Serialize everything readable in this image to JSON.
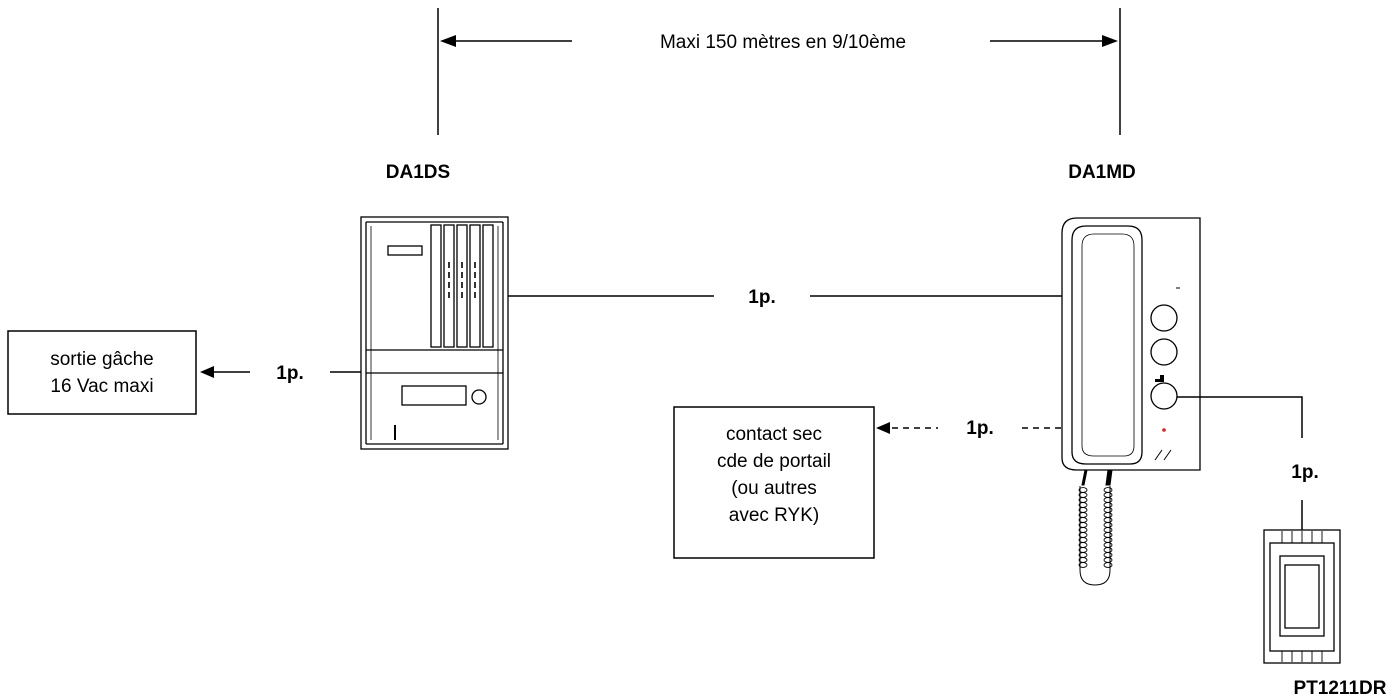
{
  "distance": {
    "label": "Maxi 150 mètres en 9/10ème"
  },
  "devices": {
    "door_station": {
      "name": "DA1DS"
    },
    "handset": {
      "name": "DA1MD"
    },
    "push_button": {
      "name": "PT1211DR"
    }
  },
  "links": {
    "station_to_handset": "1p.",
    "lock_output": "1p.",
    "dry_contact": "1p.",
    "handset_to_button": "1p."
  },
  "boxes": {
    "lock_output": {
      "lines": [
        "sortie gâche",
        "16 Vac maxi"
      ]
    },
    "dry_contact": {
      "lines": [
        "contact sec",
        "cde de portail",
        "(ou autres",
        "avec RYK)"
      ]
    }
  }
}
